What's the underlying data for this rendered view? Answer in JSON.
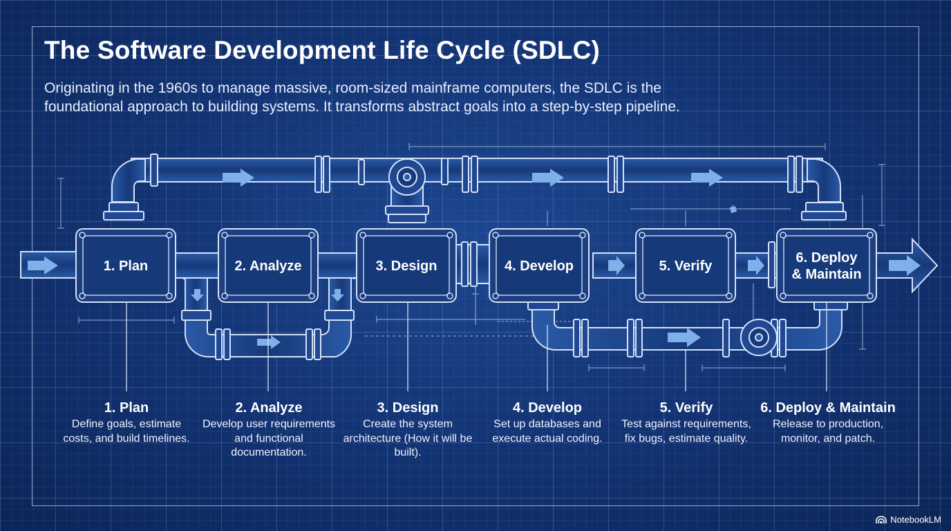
{
  "title": "The Software Development Life Cycle (SDLC)",
  "intro": "Originating in the 1960s to manage massive, room-sized mainframe computers, the SDLC is the foundational approach to building systems. It transforms abstract goals into a step-by-step pipeline.",
  "stages": [
    {
      "box_label": "1. Plan",
      "heading": "1. Plan",
      "description": "Define goals, estimate costs, and build timelines."
    },
    {
      "box_label": "2. Analyze",
      "heading": "2. Analyze",
      "description": "Develop user requirements and functional documentation."
    },
    {
      "box_label": "3. Design",
      "heading": "3. Design",
      "description": "Create the system architecture (How it will be built)."
    },
    {
      "box_label": "4. Develop",
      "heading": "4. Develop",
      "description": "Set up databases and execute actual coding."
    },
    {
      "box_label": "5. Verify",
      "heading": "5. Verify",
      "description": "Test against requirements, fix bugs, estimate quality."
    },
    {
      "box_label_line1": "6. Deploy",
      "box_label_line2": "& Maintain",
      "heading": "6. Deploy & Maintain",
      "description": "Release to production, monitor, and patch."
    }
  ],
  "brand": "NotebookLM",
  "colors": {
    "background": "#133575",
    "line": "#d6e2fa",
    "arrow": "#7fb0ea",
    "box_fill": "#1d3f80"
  }
}
